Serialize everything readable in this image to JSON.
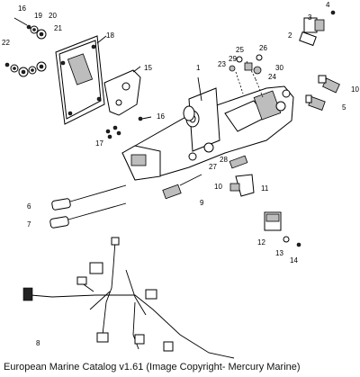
{
  "diagram": {
    "callouts": [
      "1",
      "2",
      "3",
      "4",
      "5",
      "6",
      "7",
      "8",
      "9",
      "10",
      "10",
      "11",
      "12",
      "13",
      "14",
      "15",
      "16",
      "16",
      "17",
      "18",
      "19",
      "20",
      "21",
      "22",
      "23",
      "24",
      "25",
      "26",
      "27",
      "28",
      "29",
      "30"
    ]
  },
  "caption": "European Marine Catalog v1.61 (Image Copyright- Mercury Marine)"
}
